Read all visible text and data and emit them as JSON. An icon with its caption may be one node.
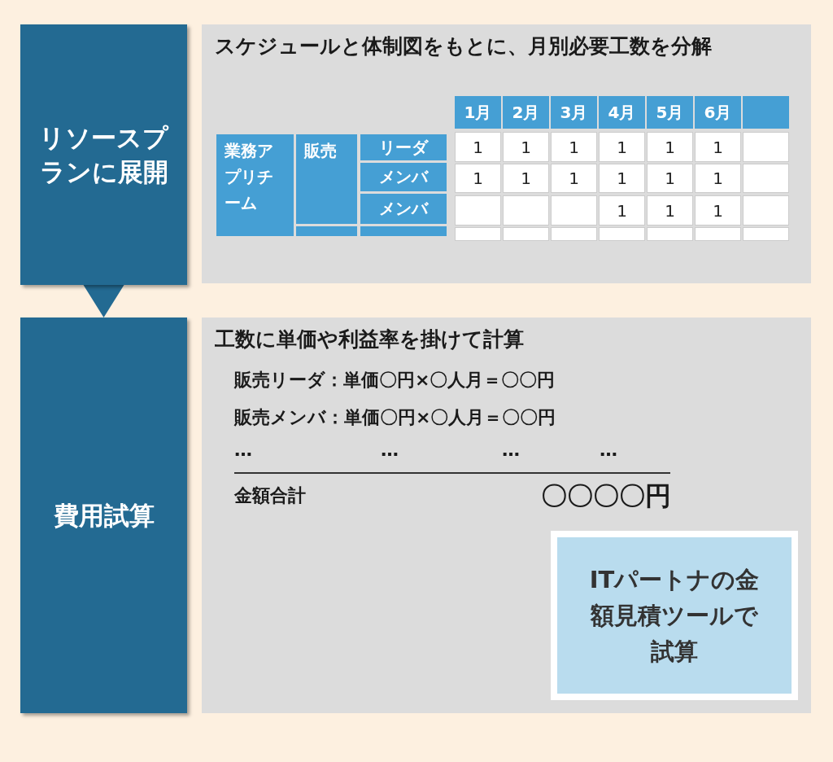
{
  "diagram": {
    "nodes": [
      {
        "text": [
          "リソースプランに展開"
        ]
      },
      {
        "text": [
          "費用試算"
        ]
      },
      {
        "text": [
          "スケジュールと体制図をもとに、月別必要工数を分解"
        ]
      },
      {
        "text": [
          "工数に単価や利益率を掛けて計算"
        ]
      },
      {
        "text": [
          "ITパートナの金額見積ツールで試算"
        ],
        "in": 3
      }
    ],
    "edges": [
      {
        "from": 0,
        "to": 1,
        "arrow": "to"
      }
    ],
    "labels": [
      "1月",
      "2月",
      "3月",
      "4月",
      "5月",
      "6月",
      "業務アプリチーム",
      "販売",
      "リーダ",
      "1",
      "1",
      "1",
      "1",
      "1",
      "1",
      "メンバ",
      "1",
      "1",
      "1",
      "1",
      "1",
      "1",
      "メンバ",
      "1",
      "1",
      "1",
      "販売リーダ：単価〇円×〇人月＝〇〇円",
      "販売メンバ：単価〇円×〇人月＝〇〇円",
      "…",
      "…",
      "…",
      "…",
      "金額合計",
      "〇〇〇〇円"
    ]
  }
}
